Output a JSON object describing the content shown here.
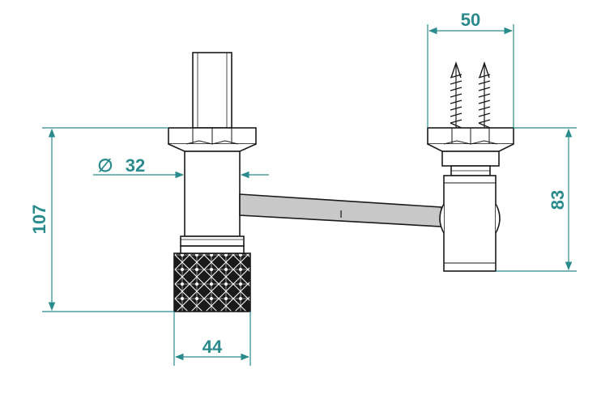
{
  "colors": {
    "dimension": "#2a8a8c",
    "outline": "#1a1a1a",
    "pipe": "#c8c8c8",
    "knurl": "#111111"
  },
  "dimensions": {
    "width_top_right": "50",
    "diameter_symbol": "∅",
    "diameter_value": "32",
    "height_left": "107",
    "height_right": "83",
    "width_bottom": "44"
  },
  "labels": {
    "pipe_mark": "I"
  }
}
